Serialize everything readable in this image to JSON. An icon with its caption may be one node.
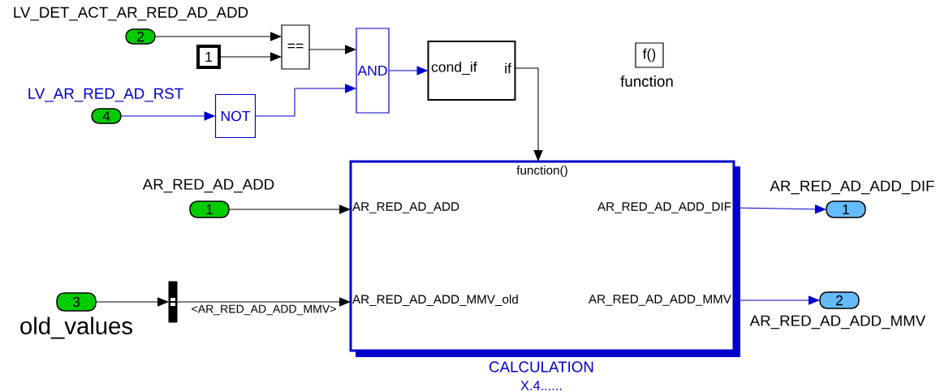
{
  "diagram": {
    "nodes": [
      {
        "text": [
          "2"
        ],
        "beside": [
          "LV_DET_ACT_AR_RED_AD_ADD"
        ]
      },
      {
        "text": [
          "1"
        ]
      },
      {
        "text": [
          "=="
        ]
      },
      {
        "text": [
          "4"
        ],
        "beside": [
          "LV_AR_RED_AD_RST"
        ]
      },
      {
        "text": [
          "NOT"
        ]
      },
      {
        "text": [
          "AND"
        ]
      },
      {
        "text": [
          "cond_if",
          "if"
        ]
      },
      {
        "text": [
          "f()"
        ],
        "beside": [
          "function"
        ]
      },
      {
        "text": [
          "function()",
          "AR_RED_AD_ADD",
          "AR_RED_AD_ADD_MMV_old",
          "AR_RED_AD_ADD_DIF",
          "AR_RED_AD_ADD_MMV"
        ],
        "beside": [
          "CALCULATION",
          "X.4......"
        ]
      },
      {
        "text": [
          "1"
        ],
        "beside": [
          "AR_RED_AD_ADD"
        ]
      },
      {
        "text": [
          "3"
        ],
        "beside": [
          "old_values"
        ]
      },
      {
        "text": [],
        "shape": "bar"
      },
      {
        "text": [
          "1"
        ],
        "beside": [
          "AR_RED_AD_ADD_DIF"
        ]
      },
      {
        "text": [
          "2"
        ],
        "beside": [
          "AR_RED_AD_ADD_MMV"
        ]
      }
    ],
    "edges": [
      {
        "from": 0,
        "to": 2,
        "arrow": "to"
      },
      {
        "from": 1,
        "to": 2,
        "arrow": "to"
      },
      {
        "from": 2,
        "to": 5,
        "arrow": "to"
      },
      {
        "from": 3,
        "to": 4,
        "arrow": "to",
        "color": "#0000cc"
      },
      {
        "from": 4,
        "to": 5,
        "arrow": "to",
        "color": "#0000cc"
      },
      {
        "from": 5,
        "to": 6,
        "arrow": "to",
        "color": "#0000cc"
      },
      {
        "from": 6,
        "to": 8,
        "arrow": "to"
      },
      {
        "from": 9,
        "to": 8,
        "arrow": "to"
      },
      {
        "from": 10,
        "to": 11,
        "arrow": "to"
      },
      {
        "from": 11,
        "to": 8,
        "arrow": "to",
        "label": "<AR_RED_AD_ADD_MMV>"
      },
      {
        "from": 8,
        "to": 12,
        "arrow": "to",
        "color": "#0000cc"
      },
      {
        "from": 8,
        "to": 13,
        "arrow": "to",
        "color": "#0000cc"
      }
    ]
  }
}
